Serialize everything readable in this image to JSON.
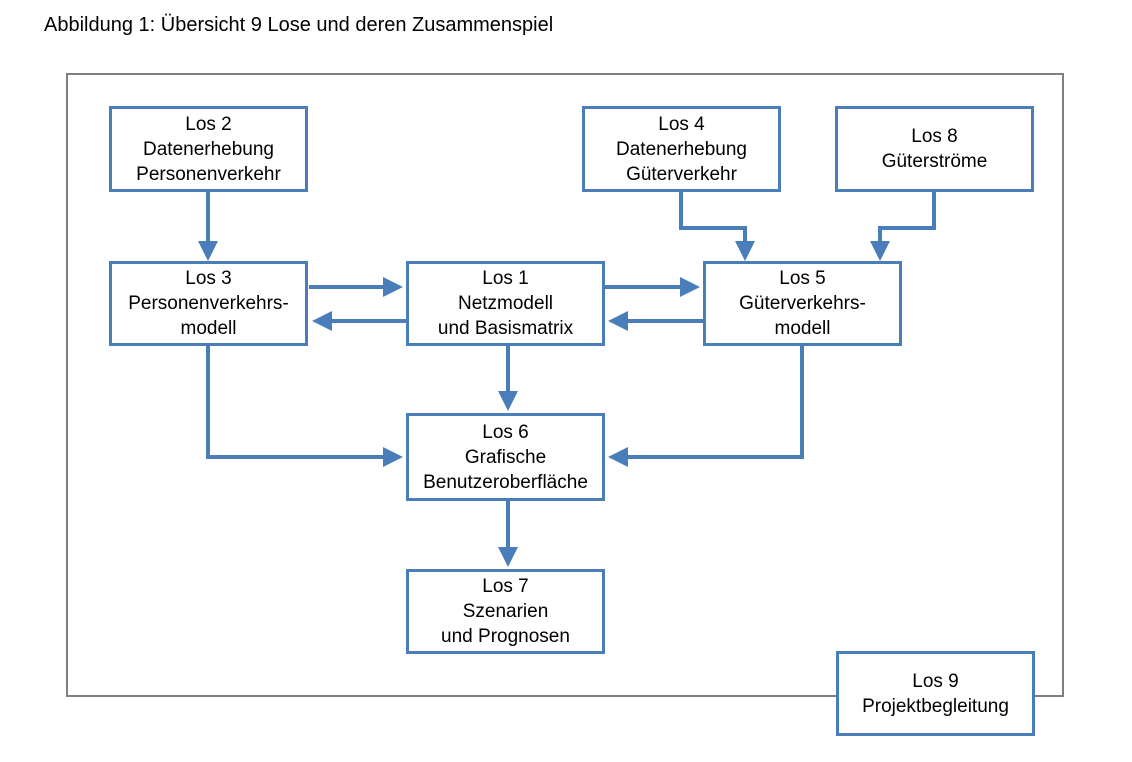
{
  "caption": "Abbildung 1: Übersicht 9 Lose und deren Zusammenspiel",
  "colors": {
    "box_border": "#4a7ebb",
    "arrow": "#4a7ebb",
    "frame": "#7f7f7f"
  },
  "boxes": {
    "los2": {
      "title": "Los 2",
      "line1": "Datenerhebung",
      "line2": "Personenverkehr"
    },
    "los4": {
      "title": "Los 4",
      "line1": "Datenerhebung",
      "line2": "Güterverkehr"
    },
    "los8": {
      "title": "Los 8",
      "line1": "Güterströme"
    },
    "los3": {
      "title": "Los 3",
      "line1": "Personenverkehrs-",
      "line2": "modell"
    },
    "los1": {
      "title": "Los 1",
      "line1": "Netzmodell",
      "line2": "und Basismatrix"
    },
    "los5": {
      "title": "Los 5",
      "line1": "Güterverkehrs-",
      "line2": "modell"
    },
    "los6": {
      "title": "Los 6",
      "line1": "Grafische",
      "line2": "Benutzeroberfläche"
    },
    "los7": {
      "title": "Los 7",
      "line1": "Szenarien",
      "line2": "und Prognosen"
    },
    "los9": {
      "title": "Los 9",
      "line1": "Projektbegleitung"
    }
  }
}
